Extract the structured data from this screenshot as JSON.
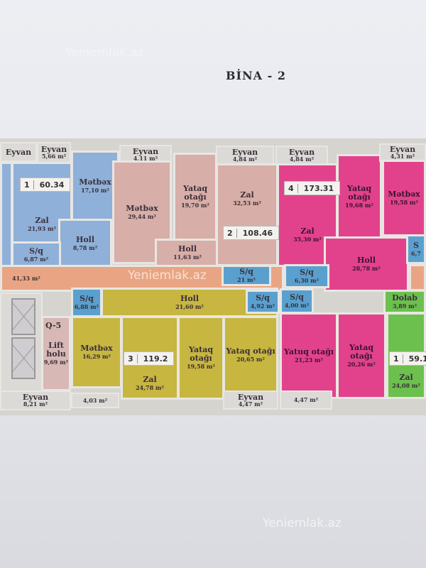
{
  "title": "BİNA - 2",
  "watermark": "Yeniemlak.az",
  "colors": {
    "blue": "#8fb0d8",
    "beige": "#d8aea8",
    "magenta": "#e2428c",
    "yellow": "#c7b640",
    "green": "#6cc04e",
    "orange": "#e9a583",
    "gray": "#dcdad6",
    "lift": "#d7b8b5",
    "sq": "#5aa0cf"
  },
  "rooms": [
    {
      "id": "eyv-l",
      "name": "Eyvan",
      "area": "",
      "color": "gray"
    },
    {
      "id": "eyv1",
      "name": "Eyvan",
      "area": "5,66 m²",
      "color": "gray"
    },
    {
      "id": "left-blue",
      "name": "",
      "area": "",
      "color": "blue"
    },
    {
      "id": "zal1",
      "name": "Zal",
      "area": "21,93 m²",
      "color": "blue"
    },
    {
      "id": "metbex1",
      "name": "Mətbəx",
      "area": "17,10 m²",
      "color": "blue"
    },
    {
      "id": "holl1",
      "name": "Holl",
      "area": "8,78 m²",
      "color": "blue"
    },
    {
      "id": "sq1",
      "name": "S/q",
      "area": "6,87 m²",
      "color": "blue"
    },
    {
      "id": "corr",
      "name": "",
      "area": "41,33 m²",
      "color": "orange"
    },
    {
      "id": "eyv2",
      "name": "Eyvan",
      "area": "4,11 m²",
      "color": "gray"
    },
    {
      "id": "metbex2",
      "name": "Mətbəx",
      "area": "29,44 m²",
      "color": "beige"
    },
    {
      "id": "yataq2",
      "name": "Yataq otağı",
      "area": "19,70 m²",
      "color": "beige"
    },
    {
      "id": "holl2",
      "name": "Holl",
      "area": "11,63 m²",
      "color": "beige"
    },
    {
      "id": "eyv3",
      "name": "Eyvan",
      "area": "4,84 m²",
      "color": "gray"
    },
    {
      "id": "zal2",
      "name": "Zal",
      "area": "32,53 m²",
      "color": "beige"
    },
    {
      "id": "sq2",
      "name": "S/q",
      "area": "21 m²",
      "color": "sq"
    },
    {
      "id": "eyv4",
      "name": "Eyvan",
      "area": "4,84 m²",
      "color": "gray"
    },
    {
      "id": "zal4",
      "name": "Zal",
      "area": "35,30 m²",
      "color": "magenta"
    },
    {
      "id": "yataq4a",
      "name": "Yataq otağı",
      "area": "19,68 m²",
      "color": "magenta"
    },
    {
      "id": "eyv5",
      "name": "Eyvan",
      "area": "4,31 m²",
      "color": "gray"
    },
    {
      "id": "metbex4",
      "name": "Mətbəx",
      "area": "19,58 m²",
      "color": "magenta"
    },
    {
      "id": "holl4",
      "name": "Holl",
      "area": "28,78 m²",
      "color": "magenta"
    },
    {
      "id": "sq4r",
      "name": "S",
      "area": "6,7",
      "color": "sq"
    },
    {
      "id": "orange-r",
      "name": "",
      "area": "",
      "color": "orange"
    },
    {
      "id": "sq4a",
      "name": "S/q",
      "area": "6,30 m²",
      "color": "sq"
    },
    {
      "id": "sq4b",
      "name": "S/q",
      "area": "4,00 m²",
      "color": "sq"
    },
    {
      "id": "yataq4b",
      "name": "Yatuq otağı",
      "area": "21,23 m²",
      "color": "magenta"
    },
    {
      "id": "yataq4c",
      "name": "Yataq otağı",
      "area": "20,26 m²",
      "color": "magenta"
    },
    {
      "id": "sq3",
      "name": "S/q",
      "area": "6,88 m²",
      "color": "sq"
    },
    {
      "id": "holl3",
      "name": "Holl",
      "area": "21,60 m²",
      "color": "yellow"
    },
    {
      "id": "sq3b",
      "name": "S/q",
      "area": "4,92 m²",
      "color": "sq"
    },
    {
      "id": "metbex3",
      "name": "Mətbəx",
      "area": "16,29 m²",
      "color": "yellow"
    },
    {
      "id": "zal3",
      "name": "Zal",
      "area": "24,78 m²",
      "color": "yellow"
    },
    {
      "id": "yataq3a",
      "name": "Yataq otağı",
      "area": "19,58 m²",
      "color": "yellow"
    },
    {
      "id": "yataq3b",
      "name": "Yataq otağı",
      "area": "20,65 m²",
      "color": "yellow"
    },
    {
      "id": "stair",
      "name": "",
      "area": "",
      "color": "gray"
    },
    {
      "id": "lift",
      "name": "Lift holu",
      "area": "9,69 m²",
      "color": "lift"
    },
    {
      "id": "eyv6",
      "name": "Eyvan",
      "area": "8,21 m²",
      "color": "gray"
    },
    {
      "id": "eyv7",
      "name": "",
      "area": "4,03 m²",
      "color": "gray"
    },
    {
      "id": "eyv8",
      "name": "Eyvan",
      "area": "4,47 m²",
      "color": "gray"
    },
    {
      "id": "eyv9",
      "name": "",
      "area": "4,47 m²",
      "color": "gray"
    },
    {
      "id": "dolab",
      "name": "Dolab",
      "area": "3,89 m²",
      "color": "green"
    },
    {
      "id": "zal5",
      "name": "Zal",
      "area": "24,08 m²",
      "color": "green"
    }
  ],
  "units": [
    {
      "id": "u1",
      "number": "1",
      "area": "60.34"
    },
    {
      "id": "u2",
      "number": "2",
      "area": "108.46"
    },
    {
      "id": "u4",
      "number": "4",
      "area": "173.31"
    },
    {
      "id": "u3",
      "number": "3",
      "area": "119.2"
    },
    {
      "id": "u5",
      "number": "1",
      "area": "59.1"
    }
  ],
  "stair_label": "Q-5"
}
